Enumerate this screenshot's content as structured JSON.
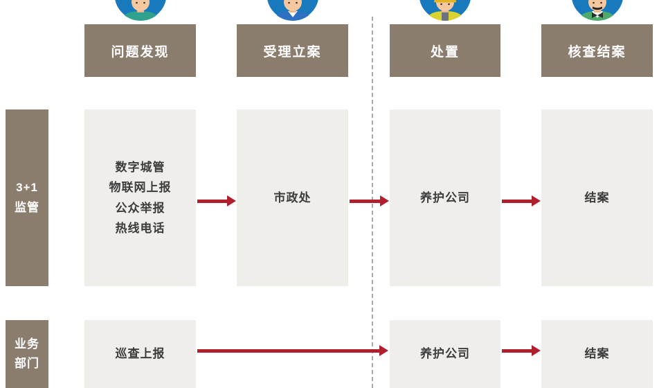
{
  "colors": {
    "header_bg": "#8b7d6e",
    "lane_label_bg": "#8b7d6e",
    "box_bg": "#efeeeb",
    "arrow": "#b01f2d",
    "avatar_bg": "#1879bd",
    "header_text": "#ffffff",
    "box_text": "#3c3c3c"
  },
  "stage_headers": [
    {
      "label": "问题发现",
      "icon": "dispatcher-avatar-icon"
    },
    {
      "label": "受理立案",
      "icon": "clerk-avatar-icon"
    },
    {
      "label": "处置",
      "icon": "worker-avatar-icon"
    },
    {
      "label": "核查结案",
      "icon": "inspector-avatar-icon"
    }
  ],
  "lanes": [
    {
      "label": "3+1\n监管",
      "boxes": {
        "discover": "数字城管\n物联网上报\n公众举报\n热线电话",
        "accept": "市政处",
        "handle": "养护公司",
        "close": "结案"
      }
    },
    {
      "label": "业务\n部门",
      "boxes": {
        "discover": "巡查上报",
        "handle": "养护公司",
        "close": "结案"
      }
    }
  ]
}
